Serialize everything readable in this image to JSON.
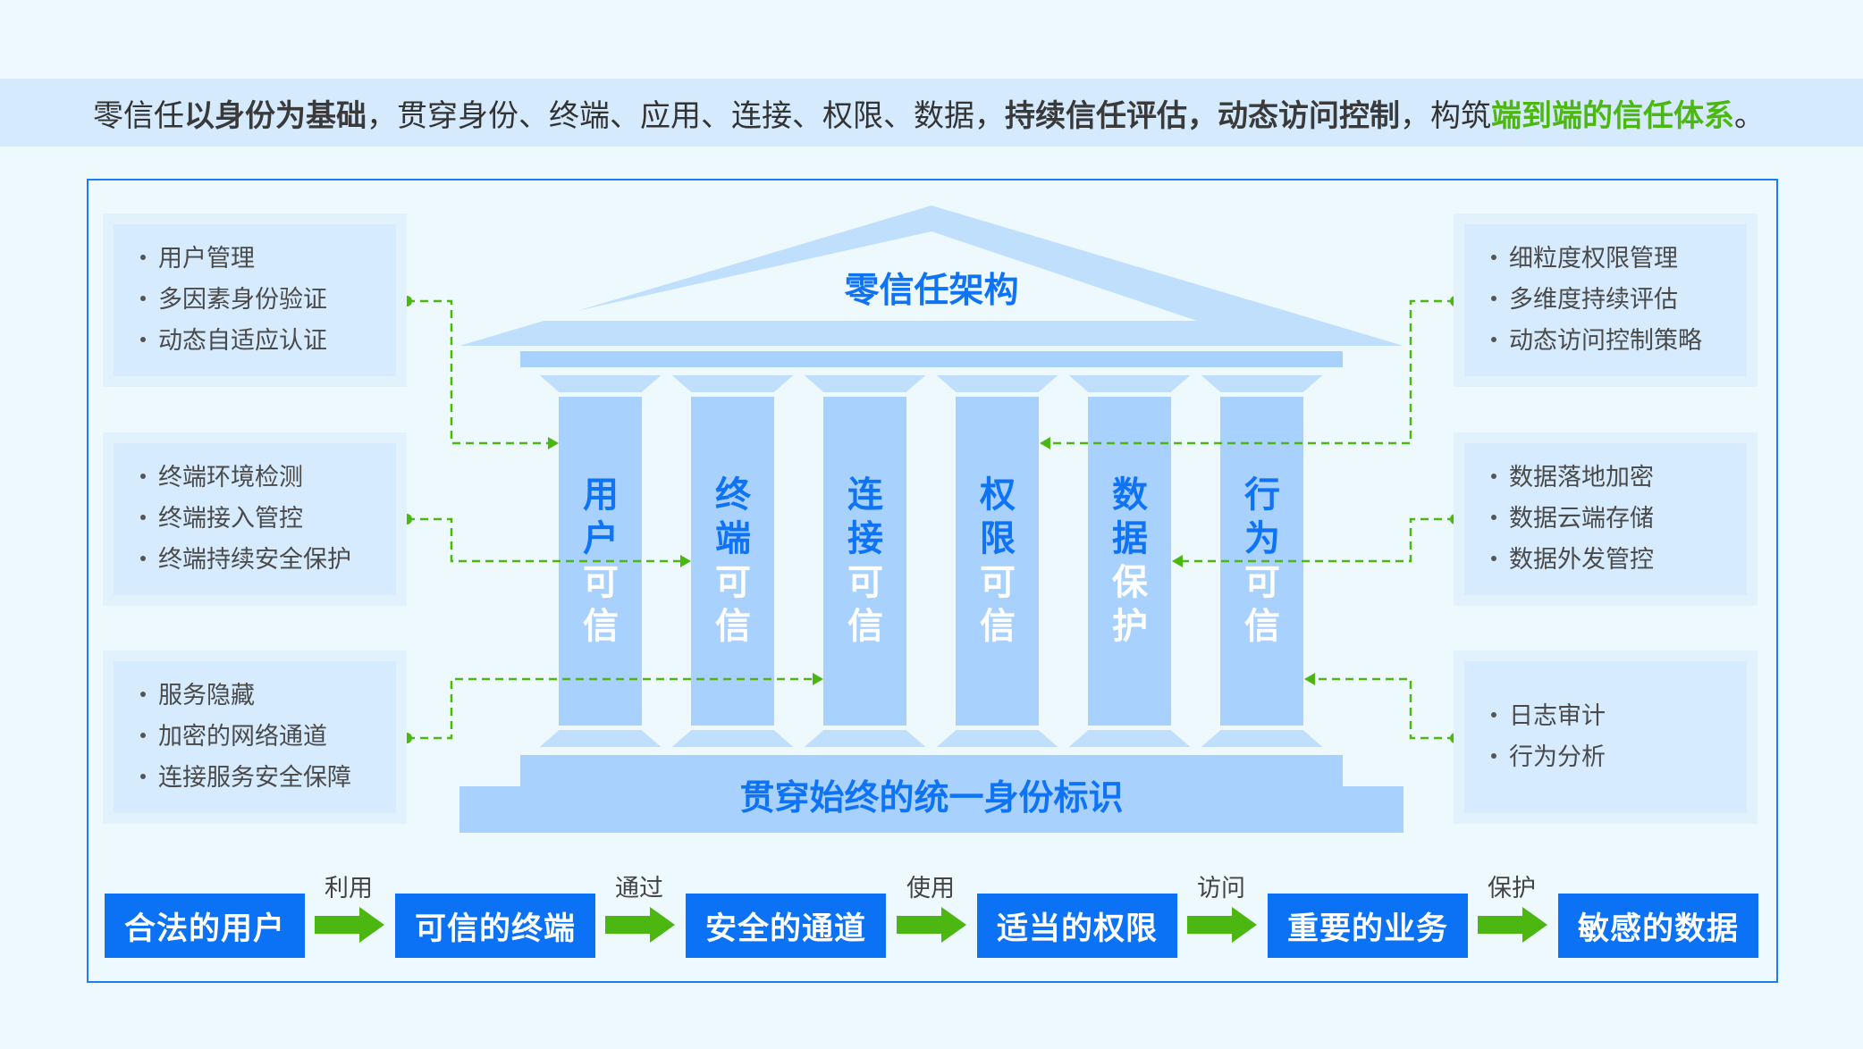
{
  "banner": {
    "segments": [
      {
        "text": "零信任",
        "style": "normal"
      },
      {
        "text": "以身份为基础",
        "style": "bold"
      },
      {
        "text": "，贯穿身份、终端、应用、连接、权限、数据，",
        "style": "normal"
      },
      {
        "text": "持续信任评估，动态访问控制",
        "style": "bold"
      },
      {
        "text": "，构筑",
        "style": "normal"
      },
      {
        "text": "端到端的信任体系",
        "style": "green"
      },
      {
        "text": "。",
        "style": "normal"
      }
    ]
  },
  "building": {
    "roof_title": "零信任架构",
    "base_title": "贯穿始终的统一身份标识",
    "pillars": [
      {
        "top": "用户",
        "bottom": "可信"
      },
      {
        "top": "终端",
        "bottom": "可信"
      },
      {
        "top": "连接",
        "bottom": "可信"
      },
      {
        "top": "权限",
        "bottom": "可信"
      },
      {
        "top": "数据",
        "bottom": "保护"
      },
      {
        "top": "行为",
        "bottom": "可信"
      }
    ]
  },
  "capabilities": {
    "left": [
      {
        "items": [
          "用户管理",
          "多因素身份验证",
          "动态自适应认证"
        ],
        "target_pillar": "用户可信"
      },
      {
        "items": [
          "终端环境检测",
          "终端接入管控",
          "终端持续安全保护"
        ],
        "target_pillar": "终端可信"
      },
      {
        "items": [
          "服务隐藏",
          "加密的网络通道",
          "连接服务安全保障"
        ],
        "target_pillar": "连接可信"
      }
    ],
    "right": [
      {
        "items": [
          "细粒度权限管理",
          "多维度持续评估",
          "动态访问控制策略"
        ],
        "target_pillar": "权限可信"
      },
      {
        "items": [
          "数据落地加密",
          "数据云端存储",
          "数据外发管控"
        ],
        "target_pillar": "数据保护"
      },
      {
        "items": [
          "日志审计",
          "行为分析"
        ],
        "target_pillar": "行为可信"
      }
    ]
  },
  "flow": {
    "steps": [
      "合法的用户",
      "可信的终端",
      "安全的通道",
      "适当的权限",
      "重要的业务",
      "敏感的数据"
    ],
    "verbs": [
      "利用",
      "通过",
      "使用",
      "访问",
      "保护"
    ]
  },
  "colors": {
    "accent_blue": "#0f73f5",
    "flow_blue": "#0b72f6",
    "green": "#4cb710",
    "pillar": "#a9d1fd",
    "roof": "#c0dffd",
    "background": "#eef9fe"
  }
}
